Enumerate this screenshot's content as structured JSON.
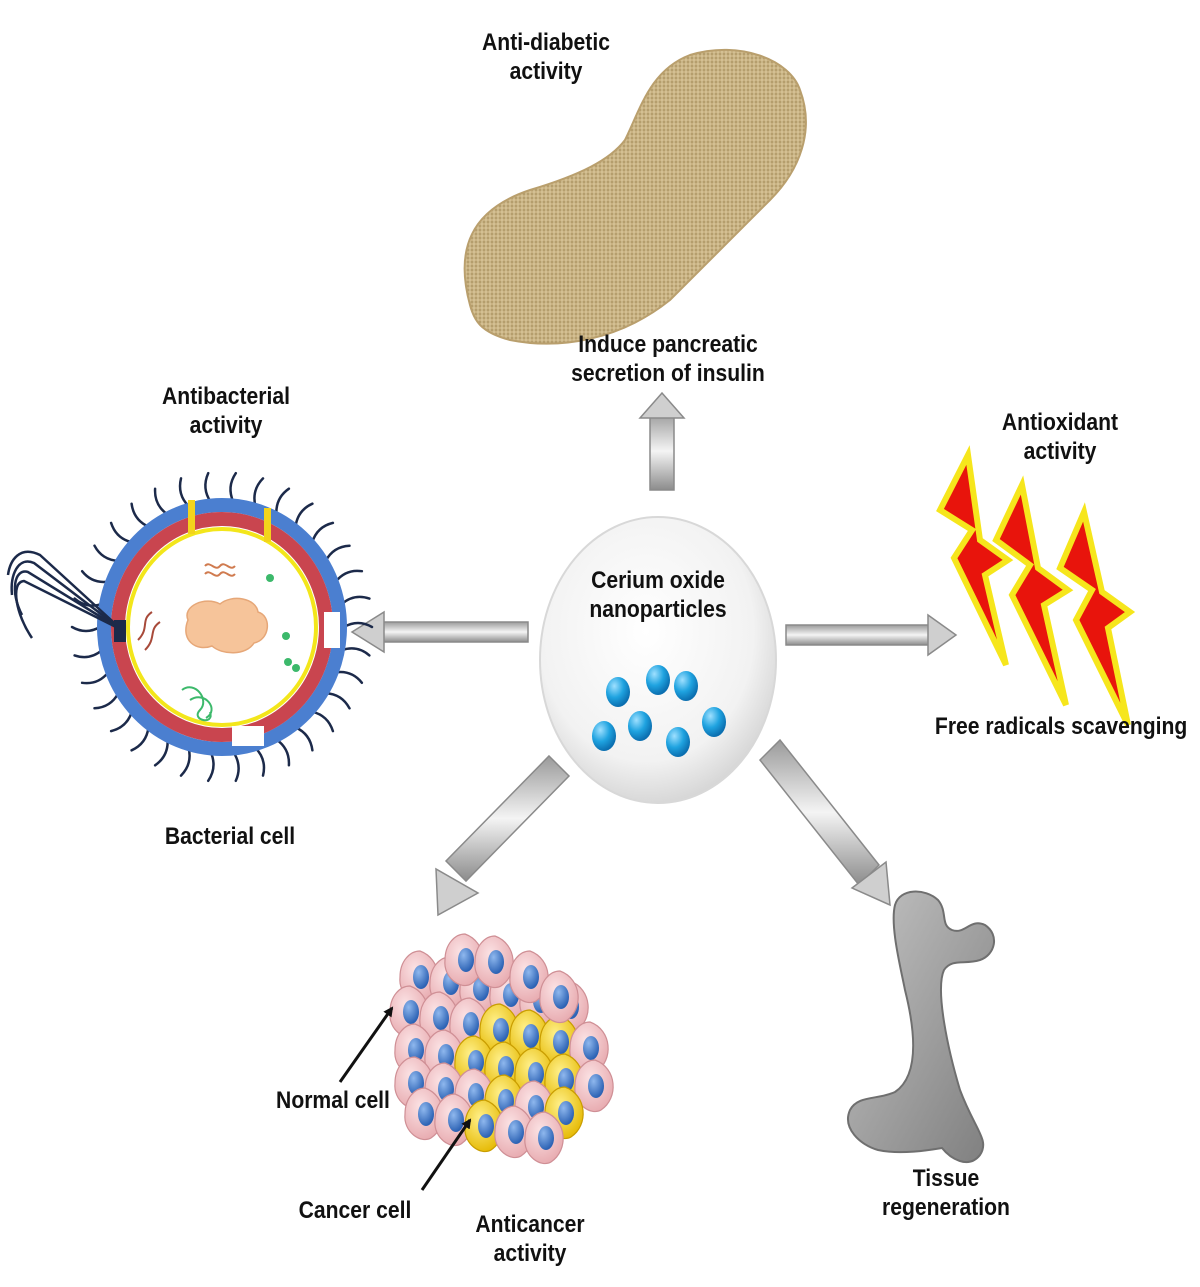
{
  "center": {
    "line1": "Cerium oxide",
    "line2": "nanoparticles",
    "nanoparticle_count": 7
  },
  "branches": {
    "antidiabetic": {
      "title_line1": "Anti-diabetic",
      "title_line2": "activity",
      "effect_line1": "Induce pancreatic",
      "effect_line2": "secretion of insulin",
      "icon": "pancreas-icon"
    },
    "antibacterial": {
      "title_line1": "Antibacterial",
      "title_line2": "activity",
      "caption": "Bacterial cell",
      "icon": "bacterial-cell-icon"
    },
    "antioxidant": {
      "title_line1": "Antioxidant",
      "title_line2": "activity",
      "caption": "Free radicals scavenging",
      "icon": "lightning-bolt-icon"
    },
    "anticancer": {
      "title_line1": "Anticancer",
      "title_line2": "activity",
      "normal_label": "Normal cell",
      "cancer_label": "Cancer cell",
      "icon": "cell-cluster-icon"
    },
    "tissue": {
      "title_line1": "Tissue",
      "title_line2": "regeneration",
      "icon": "bone-icon"
    }
  },
  "colors": {
    "arrow": "#b9b9b9",
    "pancreas": "#c9b283",
    "bolt": "#e8140c",
    "bolt_outline": "#f6e61c",
    "nanoparticle": "#1fa3e0",
    "normal_cell": "#f2c4c8",
    "cancer_cell": "#f5cf12",
    "nucleus": "#3a78c9",
    "bone": "#9a9a9a",
    "cell_wall_outer": "#4b7fd0",
    "cell_wall_inner": "#c9454f",
    "membrane": "#f3e61b"
  }
}
